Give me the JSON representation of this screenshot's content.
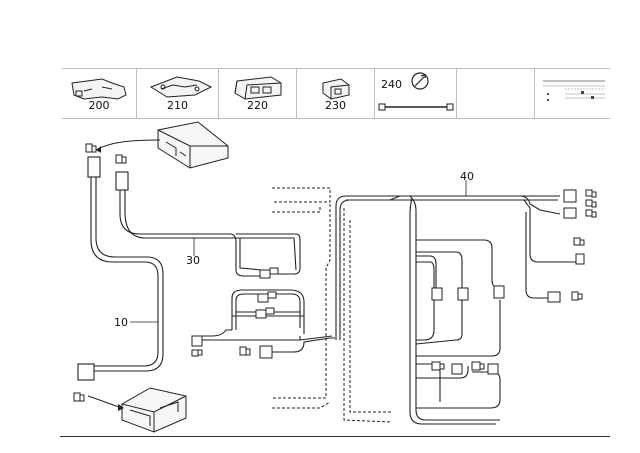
{
  "toolbar": {
    "items": [
      {
        "label": "200"
      },
      {
        "label": "210"
      },
      {
        "label": "220"
      },
      {
        "label": "230"
      },
      {
        "label": "240"
      }
    ]
  },
  "callouts": {
    "c10": "10",
    "c30": "30",
    "c40": "40"
  }
}
